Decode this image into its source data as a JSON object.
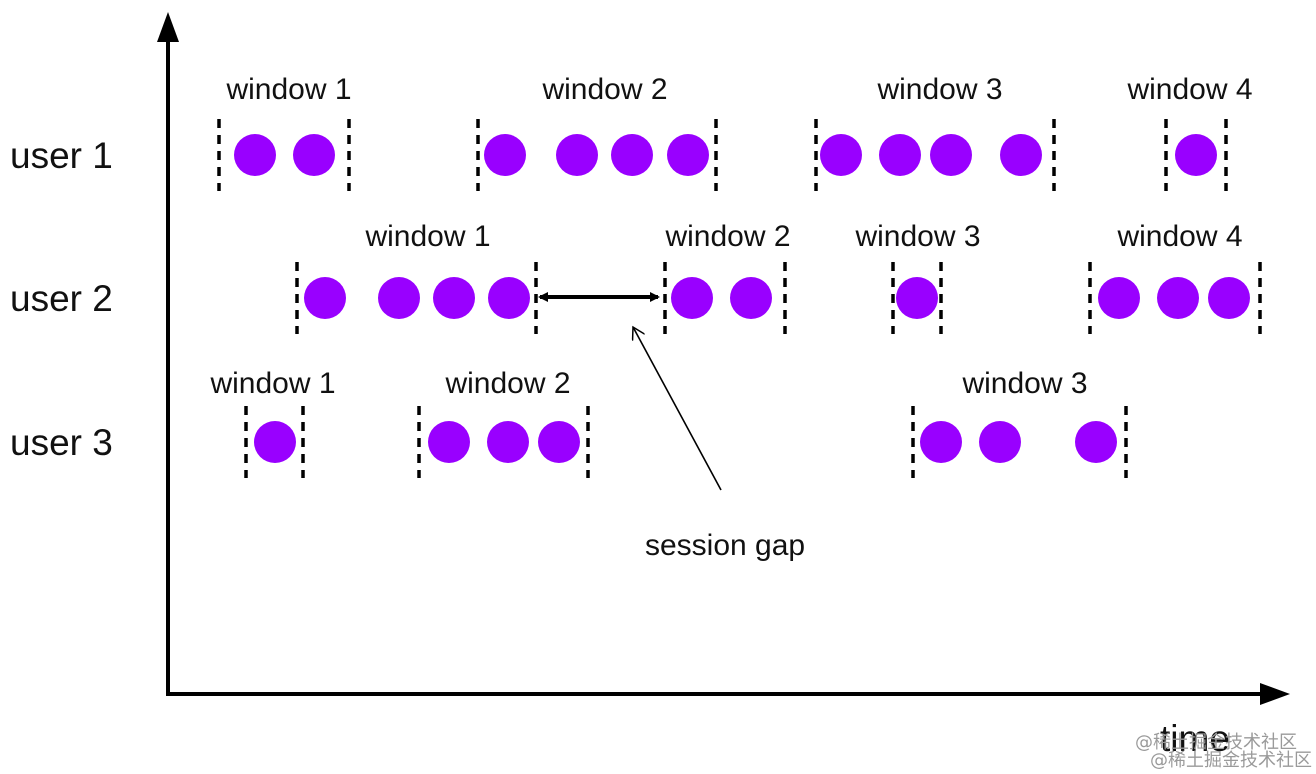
{
  "axis": {
    "x_label": "time"
  },
  "colors": {
    "event": "#9900ff",
    "ink": "#000000"
  },
  "users": [
    {
      "label": "user 1",
      "windows": [
        {
          "label": "window 1",
          "events": 2
        },
        {
          "label": "window 2",
          "events": 4
        },
        {
          "label": "window 3",
          "events": 4
        },
        {
          "label": "window 4",
          "events": 1
        }
      ]
    },
    {
      "label": "user 2",
      "windows": [
        {
          "label": "window 1",
          "events": 4
        },
        {
          "label": "window 2",
          "events": 2
        },
        {
          "label": "window 3",
          "events": 1
        },
        {
          "label": "window 4",
          "events": 3
        }
      ]
    },
    {
      "label": "user 3",
      "windows": [
        {
          "label": "window 1",
          "events": 1
        },
        {
          "label": "window 2",
          "events": 3
        },
        {
          "label": "window 3",
          "events": 3
        }
      ]
    }
  ],
  "annotation": {
    "label": "session gap"
  },
  "watermark": "@稀土掘金技术社区"
}
